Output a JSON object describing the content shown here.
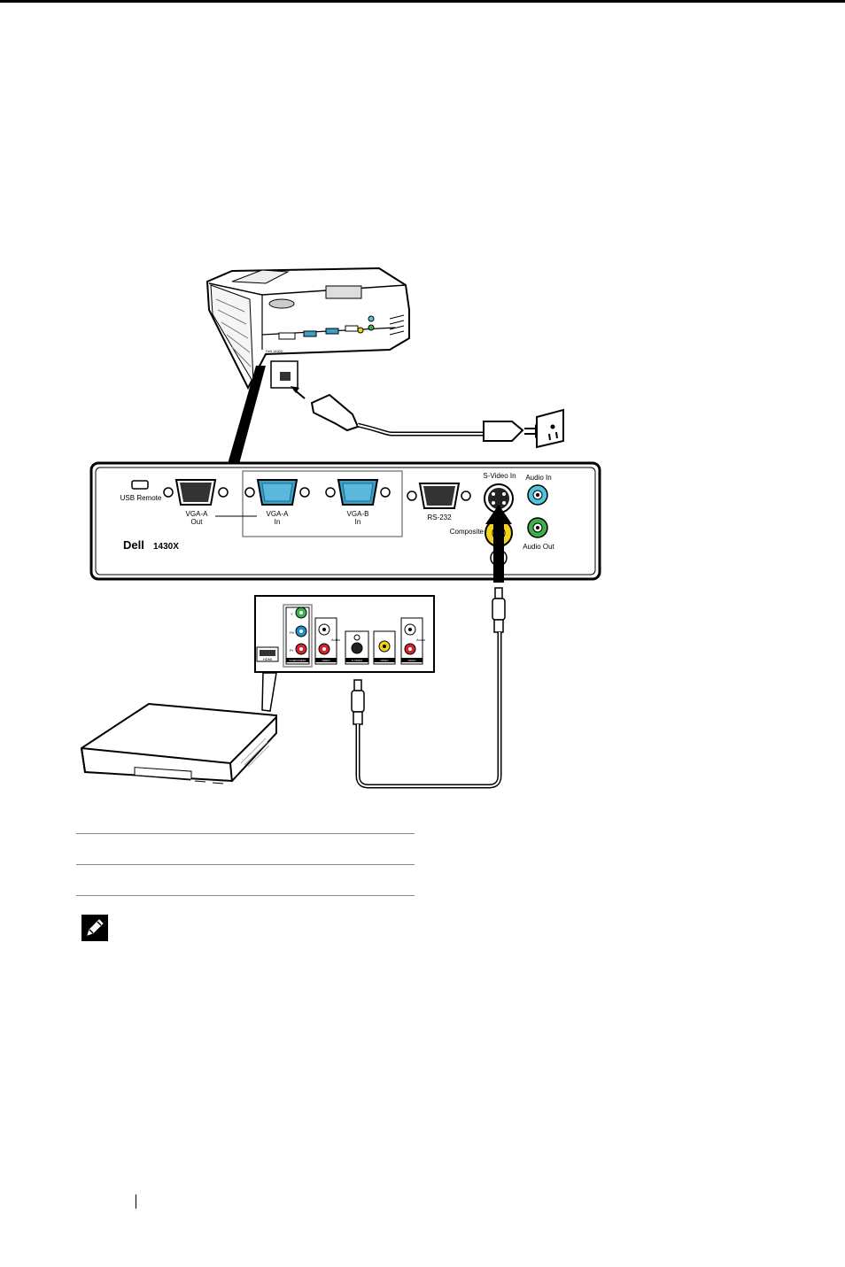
{
  "diagram": {
    "panel": {
      "brand": "Dell",
      "model": "1430X",
      "ports": {
        "usb_remote": "USB Remote",
        "vga_a_out": [
          "VGA-A",
          "Out"
        ],
        "vga_a_in": [
          "VGA-A",
          "In"
        ],
        "vga_b_in": [
          "VGA-B",
          "In"
        ],
        "rs232": "RS-232",
        "svideo_in": "S-Video In",
        "composite": "Composite",
        "audio_in": "Audio In",
        "audio_out": "Audio Out"
      }
    },
    "source_device": {
      "ports": {
        "hdmi": "HDMI",
        "component": "COMPONENT",
        "video1": "VIDEO",
        "svideo": "S-VIDEO",
        "video2": "VIDEO",
        "video3": "VIDEO",
        "audio1": "Audio",
        "audio2": "Audio",
        "y": "Y",
        "pb": "Pb",
        "pr": "Pr"
      }
    },
    "colors": {
      "vga_blue": "#3aa0c8",
      "audio_in": "#53c4e0",
      "audio_out": "#3db04a",
      "composite_yellow": "#f2d21a",
      "red_jack": "#d2232a",
      "green_jack": "#3db04a",
      "blue_jack": "#1d8fc7"
    }
  },
  "legend": {
    "rows": [
      {
        "num": "",
        "text": ""
      },
      {
        "num": "",
        "text": ""
      }
    ]
  }
}
